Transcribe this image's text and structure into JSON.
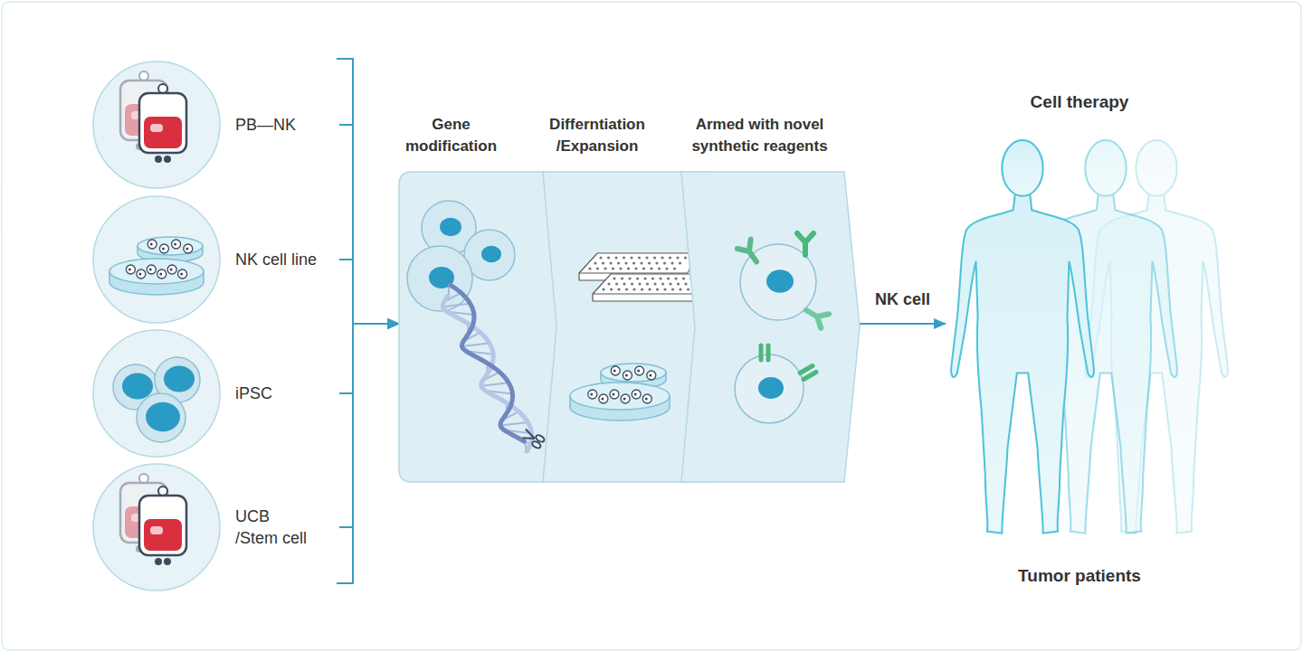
{
  "diagram": {
    "nodes": [
      {
        "text": [
          "PB—NK"
        ]
      },
      {
        "text": [
          "NK cell line"
        ]
      },
      {
        "text": [
          "iPSC"
        ]
      },
      {
        "text": [
          "UCB /Stem cell"
        ]
      },
      {
        "text": [
          "Gene modification"
        ]
      },
      {
        "text": [
          "Differntiation /Expansion"
        ]
      },
      {
        "text": [
          "Armed with novel synthetic reagents"
        ]
      },
      {
        "text": [
          "Cell therapy",
          "Tumor patients"
        ]
      }
    ],
    "edges": [
      {
        "from": 0,
        "to": 4,
        "arrow": "to"
      },
      {
        "from": 1,
        "to": 4,
        "arrow": "to"
      },
      {
        "from": 2,
        "to": 4,
        "arrow": "to"
      },
      {
        "from": 3,
        "to": 4,
        "arrow": "to"
      },
      {
        "from": 6,
        "to": 7,
        "label": "NK cell",
        "arrow": "to"
      }
    ]
  }
}
